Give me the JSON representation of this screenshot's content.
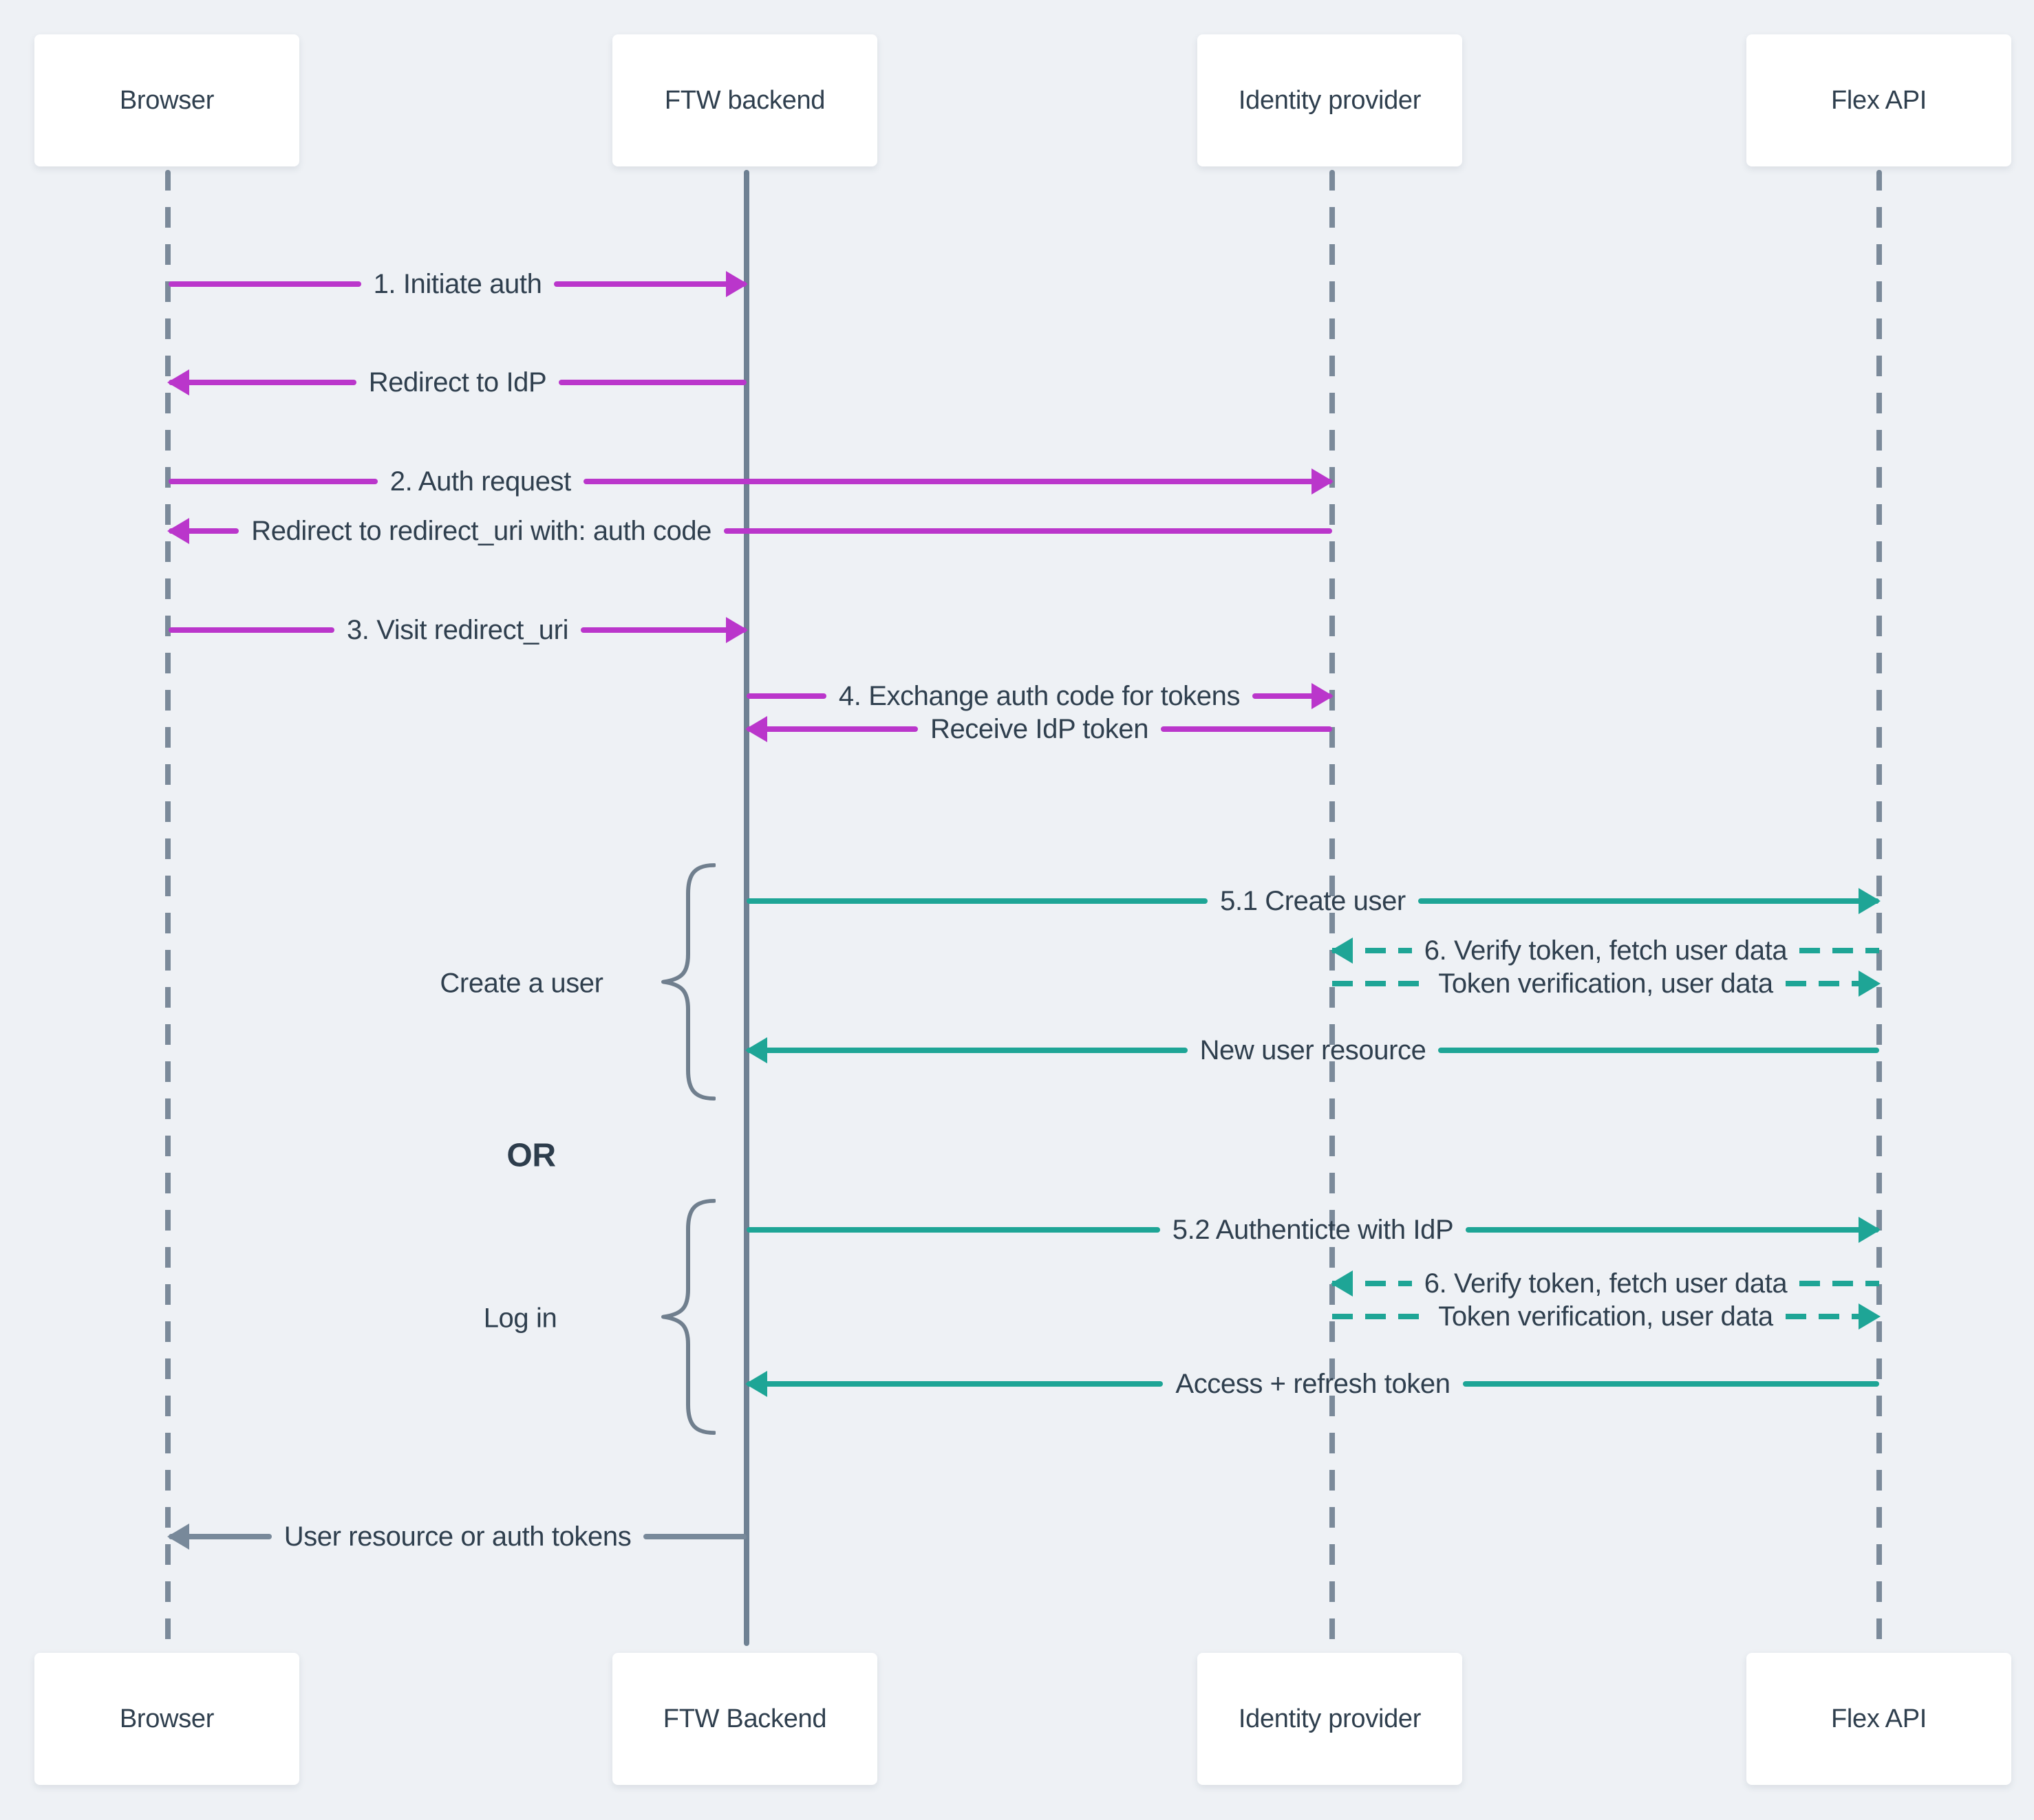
{
  "actors_top": [
    "Browser",
    "FTW backend",
    "Identity provider",
    "Flex API"
  ],
  "actors_bottom": [
    "Browser",
    "FTW Backend",
    "Identity provider",
    "Flex API"
  ],
  "messages": [
    {
      "label": "1. Initiate auth",
      "from": "Browser",
      "to": "FTW backend",
      "line": "solid",
      "color": "magenta"
    },
    {
      "label": "Redirect to IdP",
      "from": "FTW backend",
      "to": "Browser",
      "line": "solid",
      "color": "magenta"
    },
    {
      "label": "2. Auth request",
      "from": "Browser",
      "to": "Identity provider",
      "line": "solid",
      "color": "magenta"
    },
    {
      "label": "Redirect to redirect_uri with: auth code",
      "from": "Identity provider",
      "to": "Browser",
      "line": "solid",
      "color": "magenta"
    },
    {
      "label": "3. Visit redirect_uri",
      "from": "Browser",
      "to": "FTW backend",
      "line": "solid",
      "color": "magenta"
    },
    {
      "label": "4. Exchange auth code for tokens",
      "from": "FTW backend",
      "to": "Identity provider",
      "line": "solid",
      "color": "magenta"
    },
    {
      "label": "Receive IdP token",
      "from": "Identity provider",
      "to": "FTW backend",
      "line": "solid",
      "color": "magenta"
    },
    {
      "label": "5.1 Create user",
      "from": "FTW backend",
      "to": "Flex API",
      "line": "solid",
      "color": "teal"
    },
    {
      "label": "6. Verify token, fetch user data",
      "from": "Flex API",
      "to": "Identity provider",
      "line": "dashed",
      "color": "teal"
    },
    {
      "label": "Token verification, user data",
      "from": "Identity provider",
      "to": "Flex API",
      "line": "dashed",
      "color": "teal"
    },
    {
      "label": "New user resource",
      "from": "Flex API",
      "to": "FTW backend",
      "line": "solid",
      "color": "teal"
    },
    {
      "label": "5.2 Authenticte with IdP",
      "from": "FTW backend",
      "to": "Flex API",
      "line": "solid",
      "color": "teal"
    },
    {
      "label": "6. Verify token, fetch user data",
      "from": "Flex API",
      "to": "Identity provider",
      "line": "dashed",
      "color": "teal"
    },
    {
      "label": "Token verification, user data",
      "from": "Identity provider",
      "to": "Flex API",
      "line": "dashed",
      "color": "teal"
    },
    {
      "label": "Access + refresh token",
      "from": "Flex API",
      "to": "FTW backend",
      "line": "solid",
      "color": "teal"
    },
    {
      "label": "User resource or auth tokens",
      "from": "FTW backend",
      "to": "Browser",
      "line": "solid",
      "color": "gray"
    }
  ],
  "annotations": {
    "create_user": "Create a user",
    "or": "OR",
    "log_in": "Log in"
  },
  "colors": {
    "background": "#eef1f5",
    "magenta": "#ba36cb",
    "teal": "#1ea596",
    "gray_arrow": "#78899a",
    "lifeline": "#7b8a9a",
    "lifeline_solid": "#6f8193",
    "brace": "#707f8e",
    "text": "#2f3f4e"
  }
}
